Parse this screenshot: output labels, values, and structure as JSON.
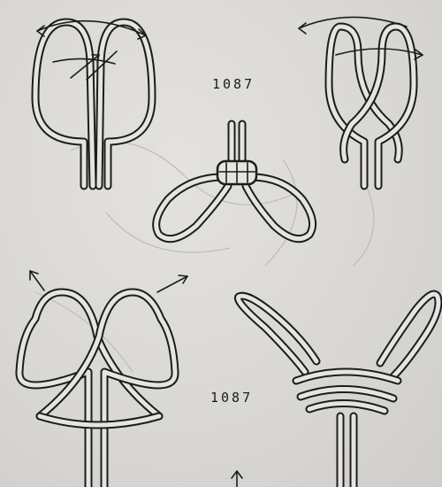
{
  "figures": [
    {
      "id": "top",
      "label": "1087"
    },
    {
      "id": "bottom",
      "label": "1087"
    }
  ],
  "colors": {
    "ink": "#1c1c1c",
    "paper": "#dcdad6",
    "cord_fill": "#e6e4e0"
  }
}
